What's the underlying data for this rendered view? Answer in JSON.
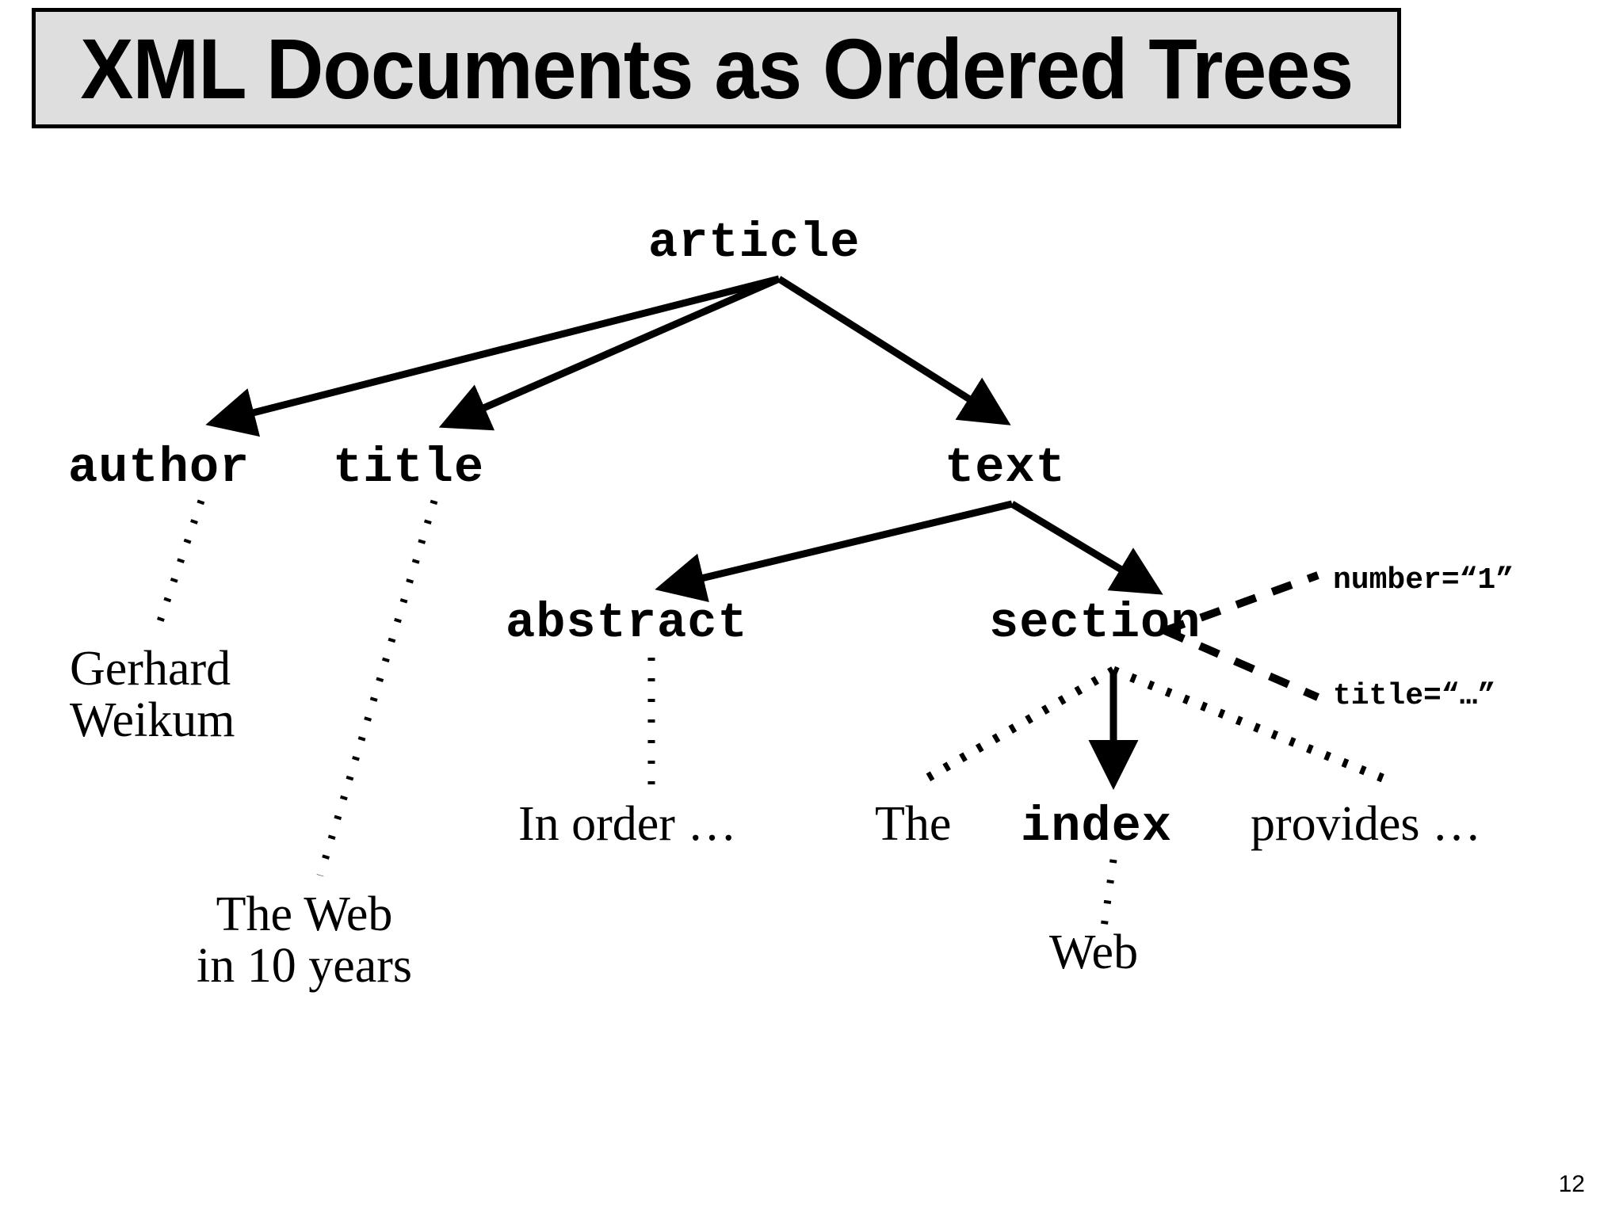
{
  "slide": {
    "title": "XML Documents as Ordered Trees",
    "page_number": "12",
    "background_color": "#ffffff",
    "title_bar_color": "#dedede",
    "ink_color": "#000000"
  },
  "tree": {
    "root": {
      "label": "article"
    },
    "level2": [
      {
        "label": "author"
      },
      {
        "label": "title"
      },
      {
        "label": "text"
      }
    ],
    "level3": [
      {
        "label": "abstract"
      },
      {
        "label": "section"
      }
    ],
    "attributes": [
      {
        "label": "number=“1”"
      },
      {
        "label": "title=“…”"
      }
    ],
    "element_leaf": {
      "label": "index"
    },
    "text_nodes": [
      {
        "label": "Gerhard",
        "label2": "Weikum"
      },
      {
        "label": "The Web",
        "label2": "in 10 years"
      },
      {
        "label": "In order …"
      },
      {
        "label": "The"
      },
      {
        "label": "provides …"
      },
      {
        "label": "Web"
      }
    ]
  }
}
